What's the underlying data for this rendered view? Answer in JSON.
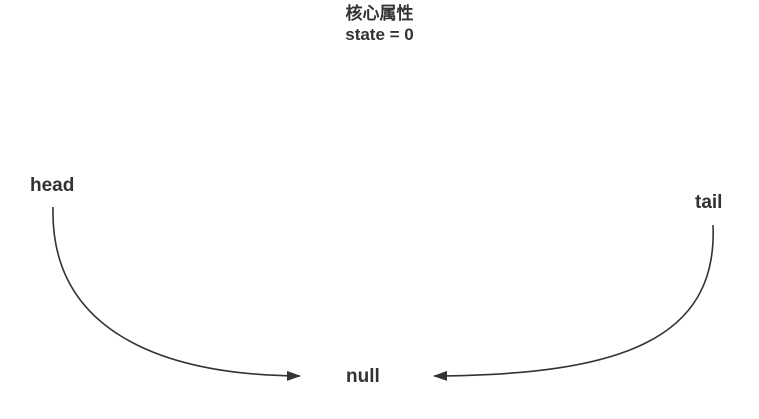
{
  "title": {
    "heading": "核心属性",
    "state_line": "state = 0"
  },
  "nodes": {
    "head": "head",
    "tail": "tail",
    "null": "null"
  },
  "colors": {
    "text": "#333333",
    "arrow": "#333333",
    "background": "#ffffff"
  }
}
